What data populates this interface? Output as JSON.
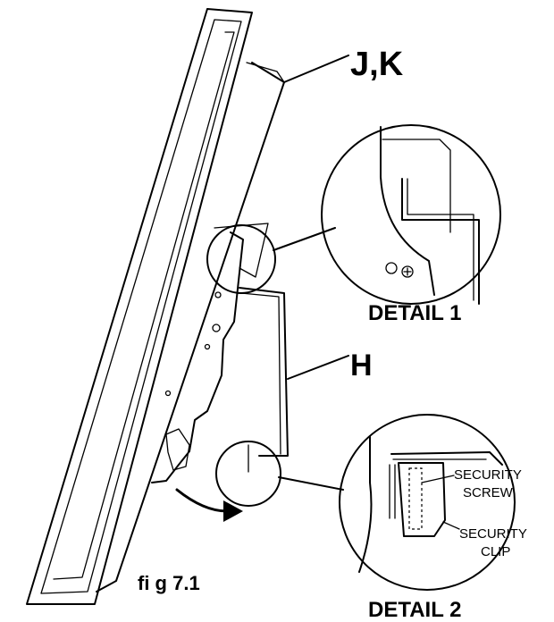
{
  "labels": {
    "jk": "J,K",
    "h": "H",
    "detail1": "DETAIL 1",
    "detail2": "DETAIL 2",
    "security_screw_line1": "SECURITY",
    "security_screw_line2": "SCREW",
    "security_clip_line1": "SECURITY",
    "security_clip_line2": "CLIP",
    "figure": "fi g 7.1"
  },
  "colors": {
    "ink": "#000000",
    "background": "#ffffff"
  }
}
